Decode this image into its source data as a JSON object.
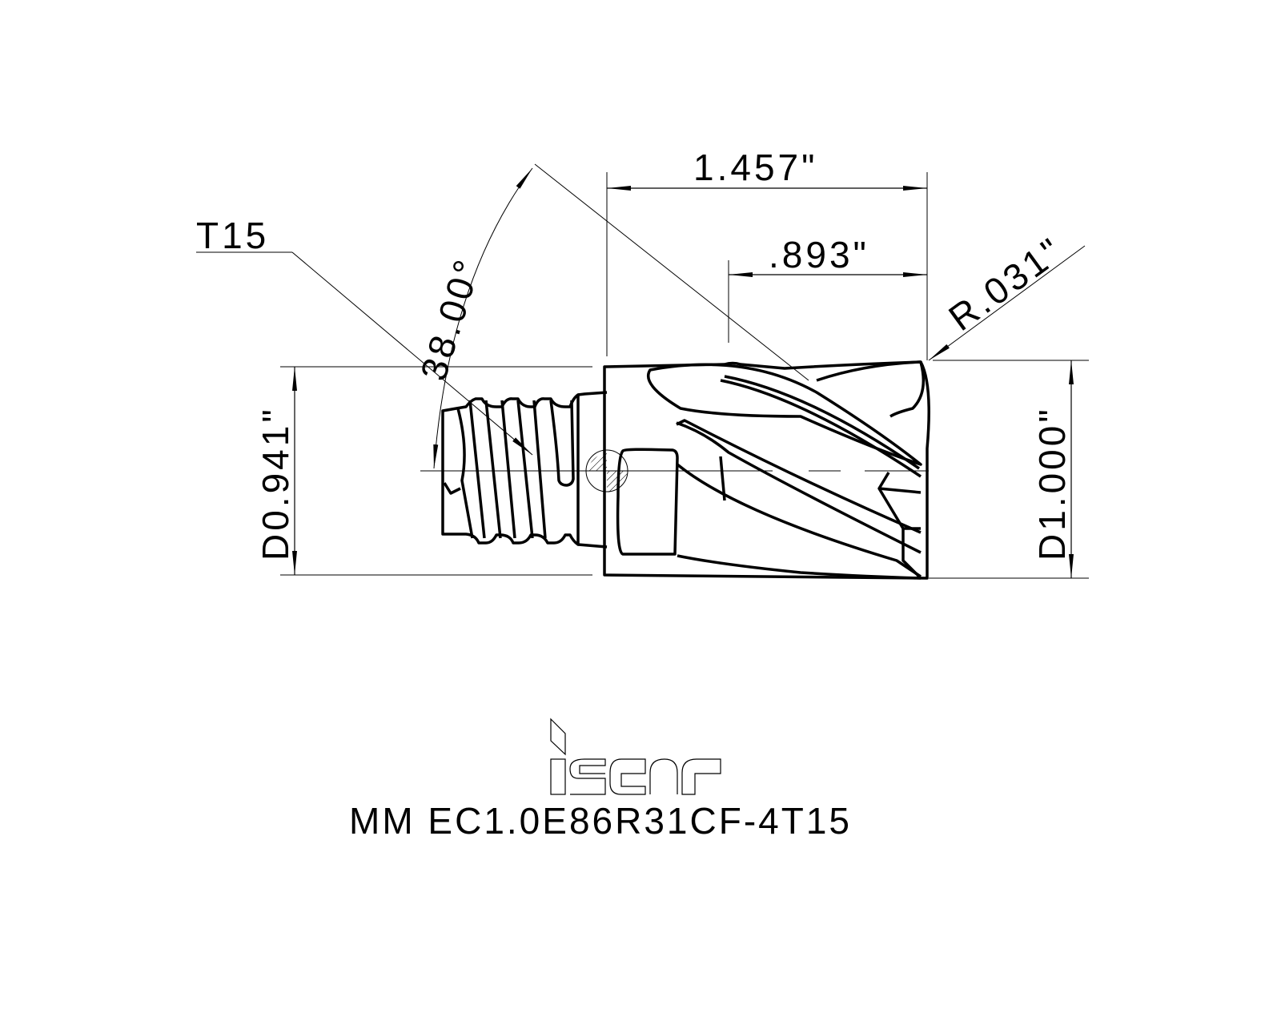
{
  "drawing": {
    "product_code": "MM EC1.0E86R31CF-4T15",
    "brand_logo": "iscar",
    "colors": {
      "line": "#000000",
      "background": "#ffffff"
    },
    "dimensions": {
      "overall_length": "1.457\"",
      "flute_length": ".893\"",
      "corner_radius": "R.031\"",
      "shank_diameter": "D0.941\"",
      "cutting_diameter": "D1.000\"",
      "helix_angle": "38.00°",
      "thread_callout": "T15"
    }
  }
}
